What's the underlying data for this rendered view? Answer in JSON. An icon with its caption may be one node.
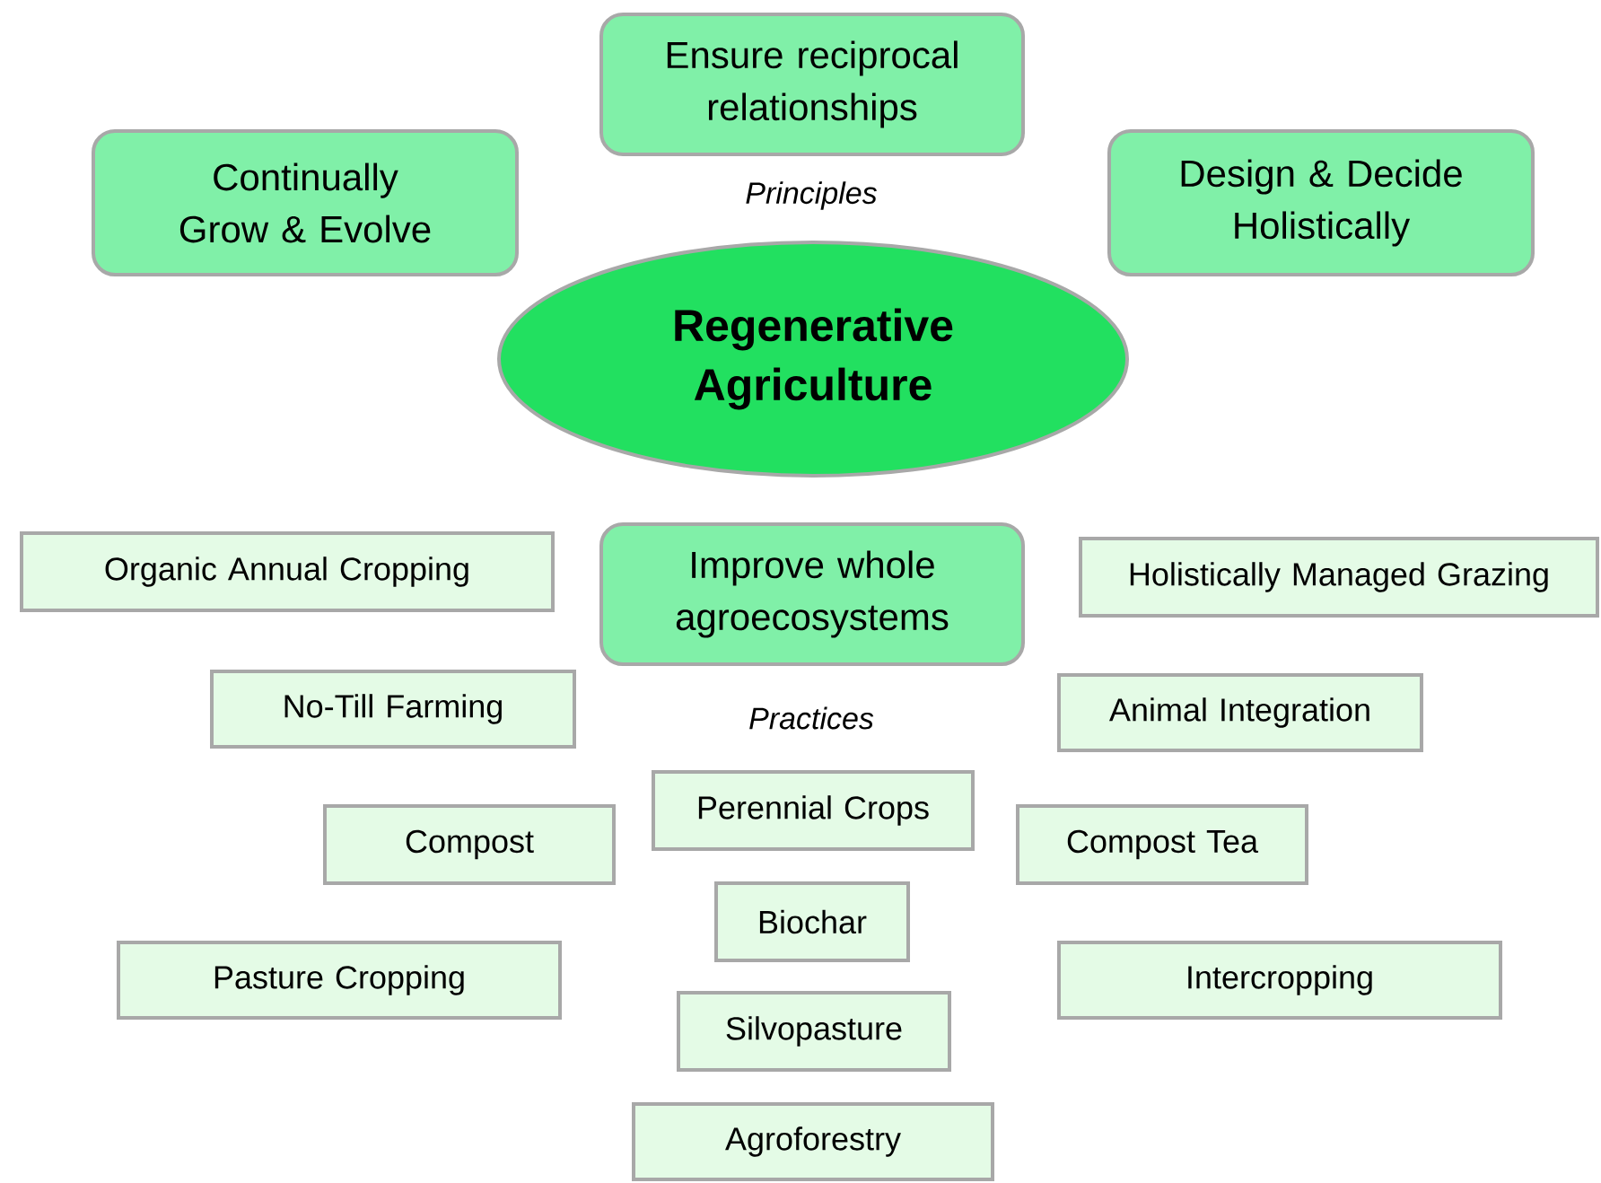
{
  "diagram": {
    "nodes": [
      {
        "text": [
          "Ensure reciprocal relationships"
        ]
      },
      {
        "text": [
          "Continually Grow & Evolve"
        ]
      },
      {
        "text": [
          "Design & Decide Holistically"
        ]
      },
      {
        "text": [
          "Regenerative Agriculture"
        ]
      },
      {
        "text": [
          "Improve whole agroecosystems"
        ]
      },
      {
        "text": [
          "Organic Annual Cropping"
        ]
      },
      {
        "text": [
          "Holistically Managed Grazing"
        ]
      },
      {
        "text": [
          "No-Till Farming"
        ]
      },
      {
        "text": [
          "Animal Integration"
        ]
      },
      {
        "text": [
          "Perennial Crops"
        ]
      },
      {
        "text": [
          "Compost"
        ]
      },
      {
        "text": [
          "Compost Tea"
        ]
      },
      {
        "text": [
          "Biochar"
        ]
      },
      {
        "text": [
          "Pasture Cropping"
        ]
      },
      {
        "text": [
          "Intercropping"
        ]
      },
      {
        "text": [
          "Silvopasture"
        ]
      },
      {
        "text": [
          "Agroforestry"
        ]
      }
    ],
    "labels": [
      "Principles",
      "Practices"
    ]
  }
}
